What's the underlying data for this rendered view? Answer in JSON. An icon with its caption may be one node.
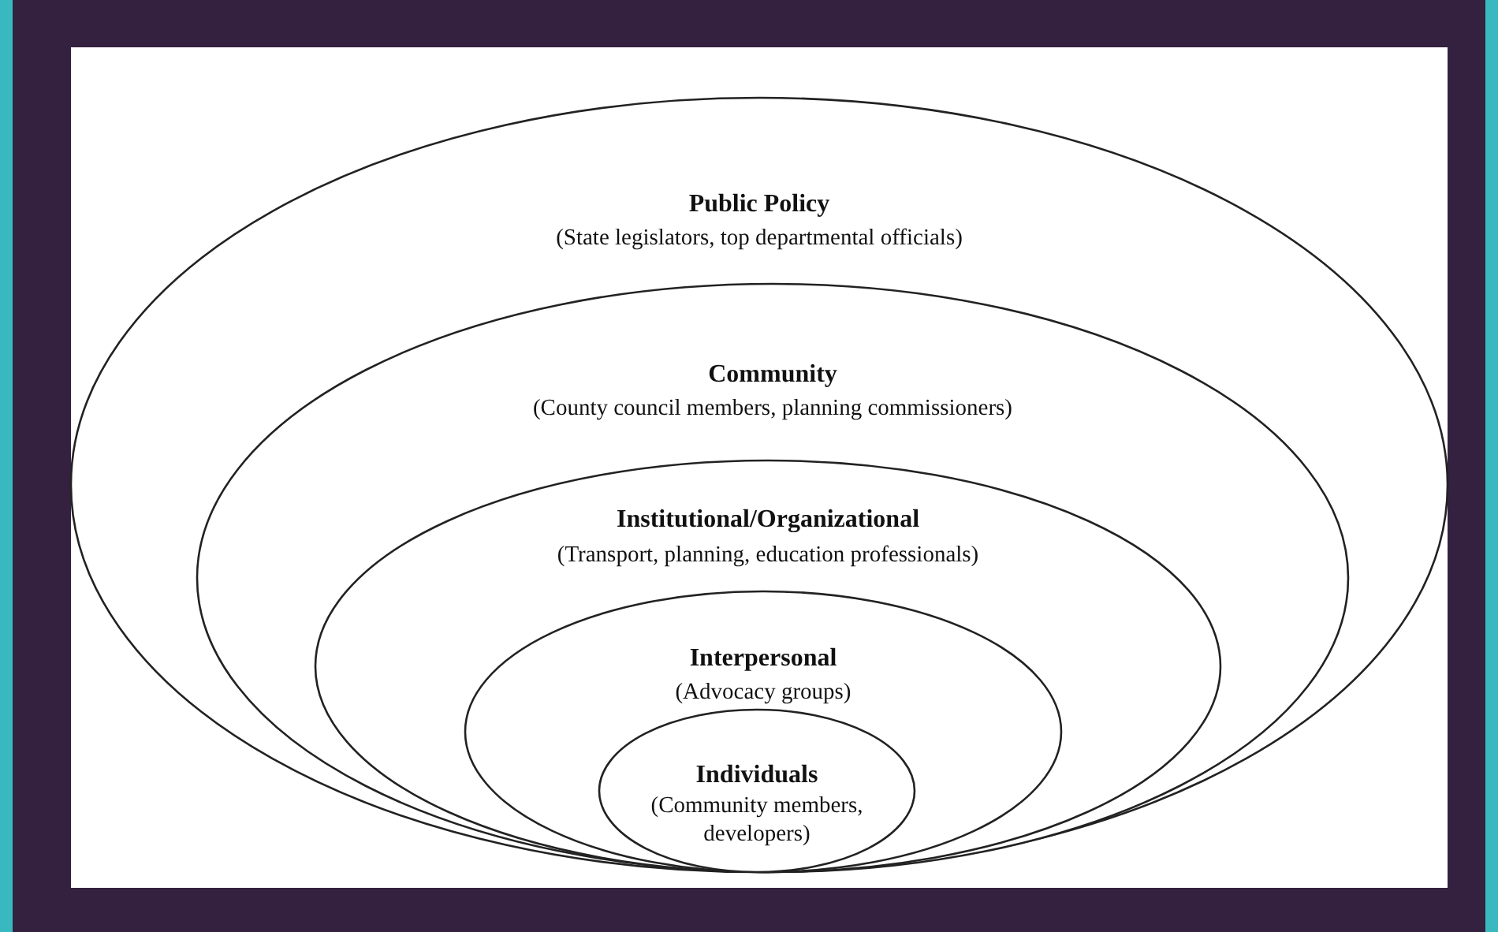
{
  "diagram": {
    "nodes": [
      {
        "text": [
          "Public Policy",
          "(State legislators, top departmental officials)"
        ]
      },
      {
        "text": [
          "Community",
          "(County council members, planning commissioners)"
        ],
        "in": 0
      },
      {
        "text": [
          "Institutional/Organizational",
          "(Transport, planning, education professionals)"
        ],
        "in": 1
      },
      {
        "text": [
          "Interpersonal",
          "(Advocacy groups)"
        ],
        "in": 2
      },
      {
        "text": [
          "Individuals",
          "(Community members, developers)"
        ],
        "in": 3
      }
    ]
  }
}
